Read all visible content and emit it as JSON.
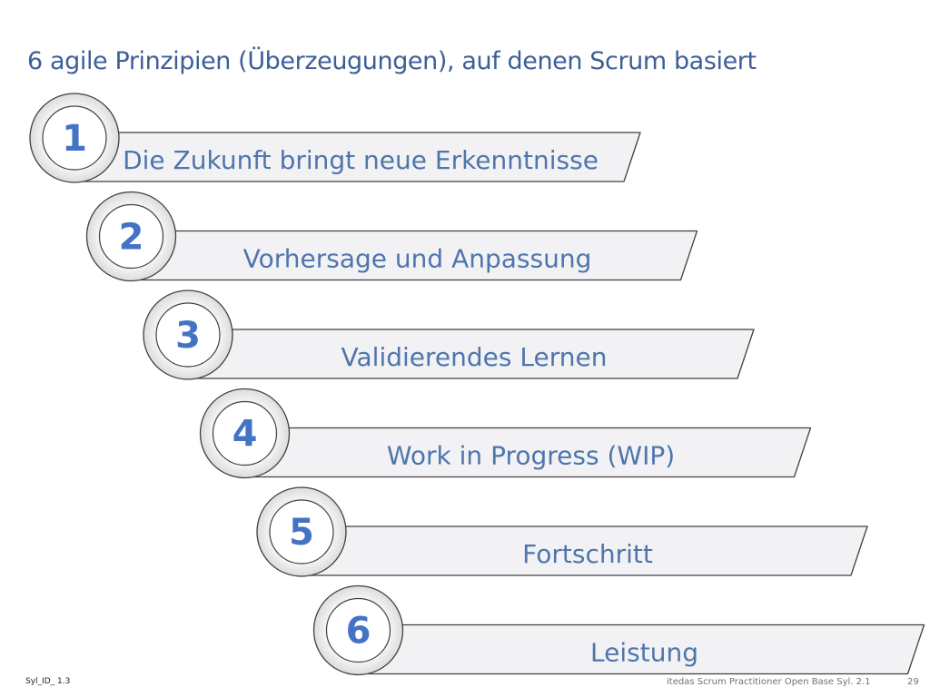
{
  "title": "6 agile Prinzipien (Überzeugungen), auf denen Scrum basiert",
  "principles": [
    {
      "number": "1",
      "label": "Die Zukunft bringt neue Erkenntnisse"
    },
    {
      "number": "2",
      "label": "Vorhersage und Anpassung"
    },
    {
      "number": "3",
      "label": "Validierendes Lernen"
    },
    {
      "number": "4",
      "label": "Work in Progress (WIP)"
    },
    {
      "number": "5",
      "label": "Fortschritt"
    },
    {
      "number": "6",
      "label": "Leistung"
    }
  ],
  "footer": {
    "slide_id": "Syl_ID_ 1.3",
    "course": "itedas Scrum Practitioner Open Base Syl. 2.1",
    "page": "29"
  },
  "colors": {
    "title": "#3d5f99",
    "number": "#4472c4",
    "label": "#4e75ad",
    "banner_fill": "#f2f2f4",
    "outline": "#404040"
  }
}
